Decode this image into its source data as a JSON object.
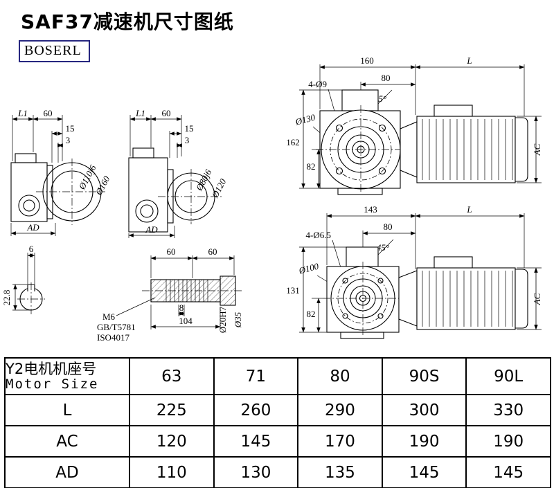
{
  "page": {
    "title": "SAF37减速机尺寸图纸",
    "brand": "BOSERL"
  },
  "dims": {
    "a": {
      "l1": "L1",
      "s60": "60",
      "s15": "15",
      "s3": "3",
      "spigot": "Ø110j6",
      "flange": "Ø160",
      "ad": "AD"
    },
    "b": {
      "l1": "L1",
      "s60": "60",
      "s15": "15",
      "s3": "3",
      "spigot": "Ø80j6",
      "flange": "Ø120",
      "ad": "AD"
    },
    "c": {
      "len": "160",
      "l": "L",
      "holes": "4-Ø9",
      "s80": "80",
      "ang": "45°",
      "bc": "Ø130",
      "h": "162",
      "s82": "82",
      "ac": "AC"
    },
    "d": {
      "len": "143",
      "l": "L",
      "holes": "4-Ø6.5",
      "s80": "80",
      "ang": "45°",
      "bc": "Ø100",
      "h": "131",
      "s82": "82",
      "ac": "AC"
    },
    "e": {
      "key": "6",
      "depth": "22.8"
    },
    "f": {
      "s60a": "60",
      "s60b": "60",
      "thread": "M6",
      "std1": "GB/T5781",
      "std2": "ISO4017",
      "s8": "8",
      "s104": "104",
      "bore": "Ø20H7",
      "od": "Ø35"
    }
  },
  "table": {
    "header": {
      "label_cn": "Y2电机机座号",
      "label_en": "Motor Size",
      "values": [
        "63",
        "71",
        "80",
        "90S",
        "90L"
      ]
    },
    "rows": [
      {
        "label": "L",
        "values": [
          "225",
          "260",
          "290",
          "300",
          "330"
        ]
      },
      {
        "label": "AC",
        "values": [
          "120",
          "145",
          "170",
          "190",
          "190"
        ]
      },
      {
        "label": "AD",
        "values": [
          "110",
          "130",
          "135",
          "145",
          "145"
        ]
      }
    ]
  }
}
